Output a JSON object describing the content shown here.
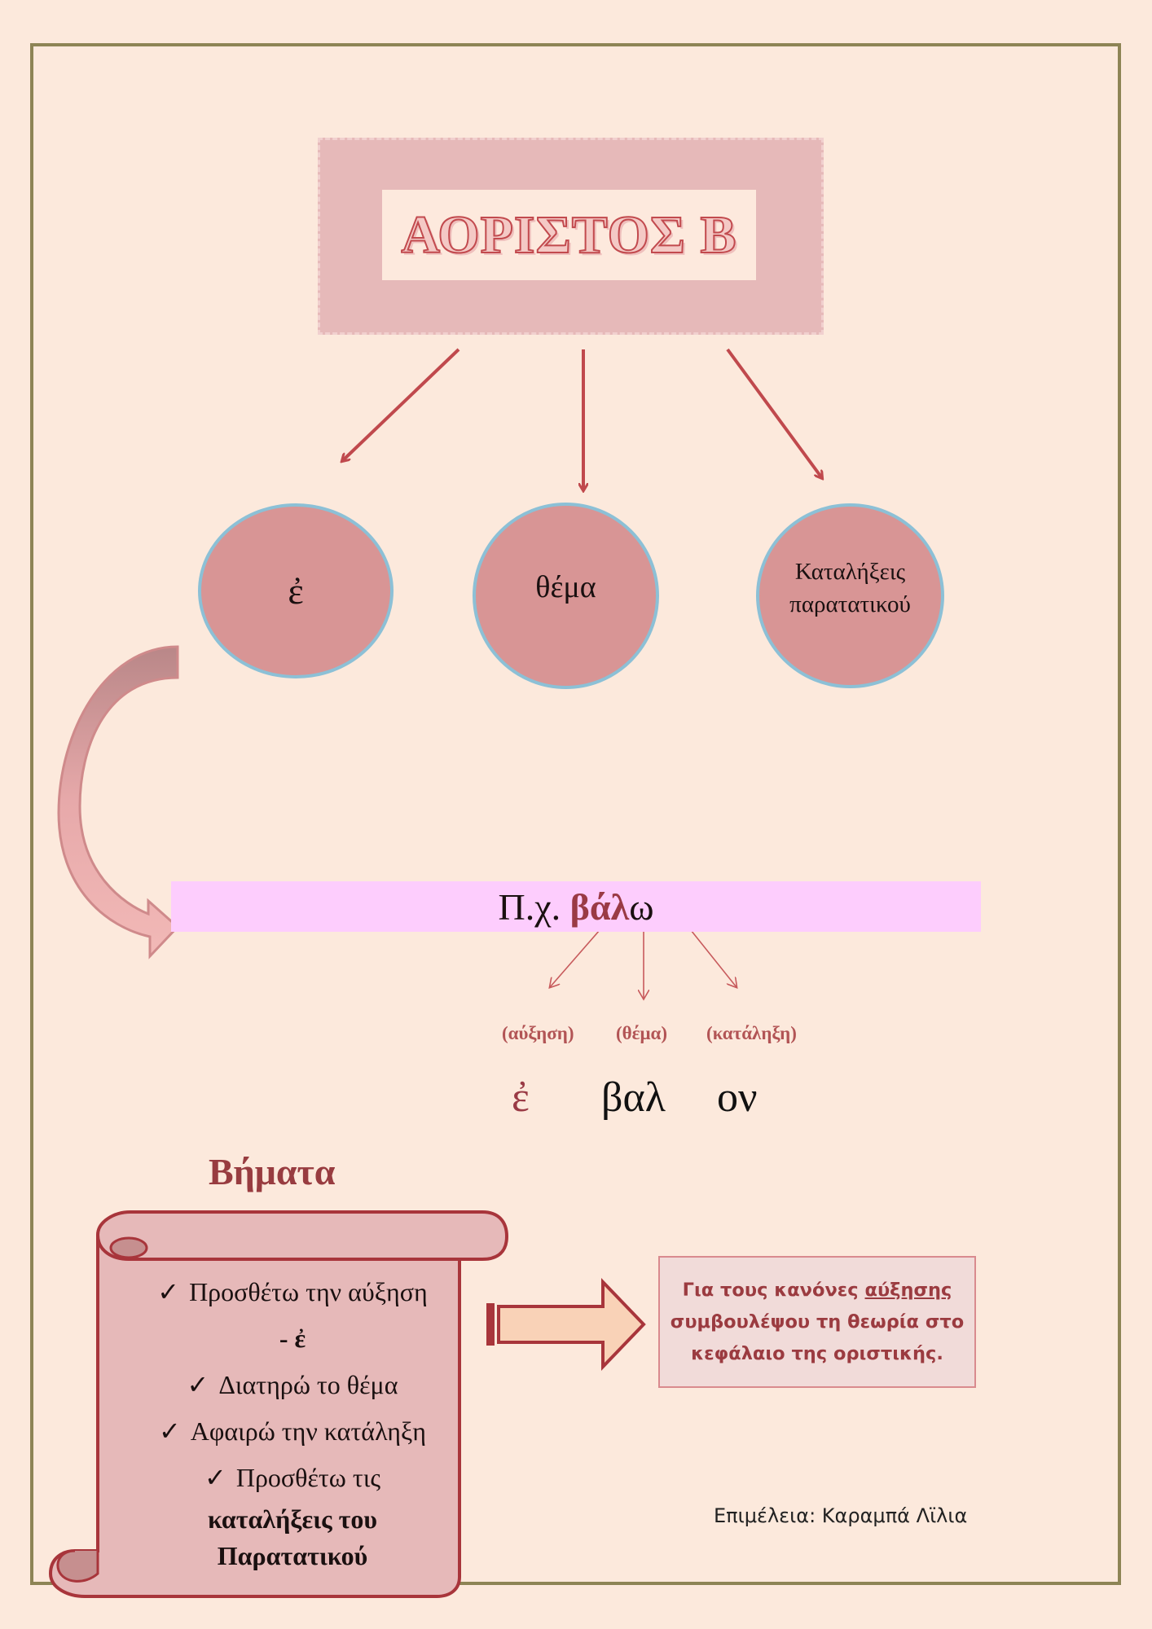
{
  "title": "ΑΟΡΙΣΤΟΣ Β",
  "circles": {
    "augment": "ἐ",
    "stem": "θέμα",
    "endings_line1": "Καταλήξεις",
    "endings_line2": "παρατατικού"
  },
  "example": {
    "prefix": "Π.χ.",
    "stem_bold": "βάλ",
    "ending": "ω"
  },
  "parts": {
    "augment_label": "(αύξηση)",
    "stem_label": "(θέμα)",
    "ending_label": "(κατάληξη)",
    "augment_value": "ἐ",
    "stem_value": "βαλ",
    "ending_value": "ον"
  },
  "steps": {
    "heading": "Βήματα",
    "check": "✓",
    "step1": "Προσθέτω την αύξηση",
    "step1_extra": "- ἐ",
    "step2": "Διατηρώ το θέμα",
    "step3": "Αφαιρώ την κατάληξη",
    "step4": "Προσθέτω τις",
    "step4_bold1": "καταλήξεις του",
    "step4_bold2": "Παρατατικού"
  },
  "note": {
    "part1": "Για τους κανόνες",
    "underlined": "αύξησης",
    "part2": "συμβουλέψου τη θεωρία στο",
    "part3": "κεφάλαιο της οριστικής."
  },
  "credit": "Επιμέλεια: Καραμπά Λϊλια"
}
